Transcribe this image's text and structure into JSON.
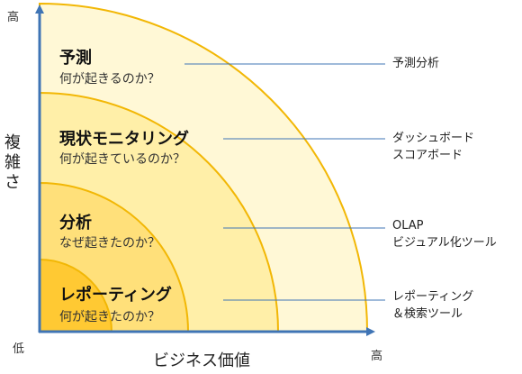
{
  "colors": {
    "ring_outer": "#FFF8D6",
    "ring_2": "#FFEFA8",
    "ring_3": "#FFE07A",
    "ring_inner": "#FFC933",
    "ring_stroke": "#F2B705",
    "axis": "#3F74B5",
    "leader": "#3F74B5"
  },
  "axes": {
    "y_high": "高",
    "y_low": "低",
    "x_high": "高",
    "y_title": "複雑さ",
    "x_title": "ビジネス価値"
  },
  "zones": [
    {
      "title": "予測",
      "question": "何が起きるのか？",
      "tools": [
        "予測分析"
      ]
    },
    {
      "title": "現状モニタリング",
      "question": "何が起きているのか？",
      "tools": [
        "ダッシュボード",
        "スコアボード"
      ]
    },
    {
      "title": "分析",
      "question": "なぜ起きたのか？",
      "tools": [
        "OLAP",
        "ビジュアル化ツール"
      ]
    },
    {
      "title": "レポーティング",
      "question": "何が起きたのか？",
      "tools": [
        "レポーティング",
        "＆検索ツール"
      ]
    }
  ]
}
